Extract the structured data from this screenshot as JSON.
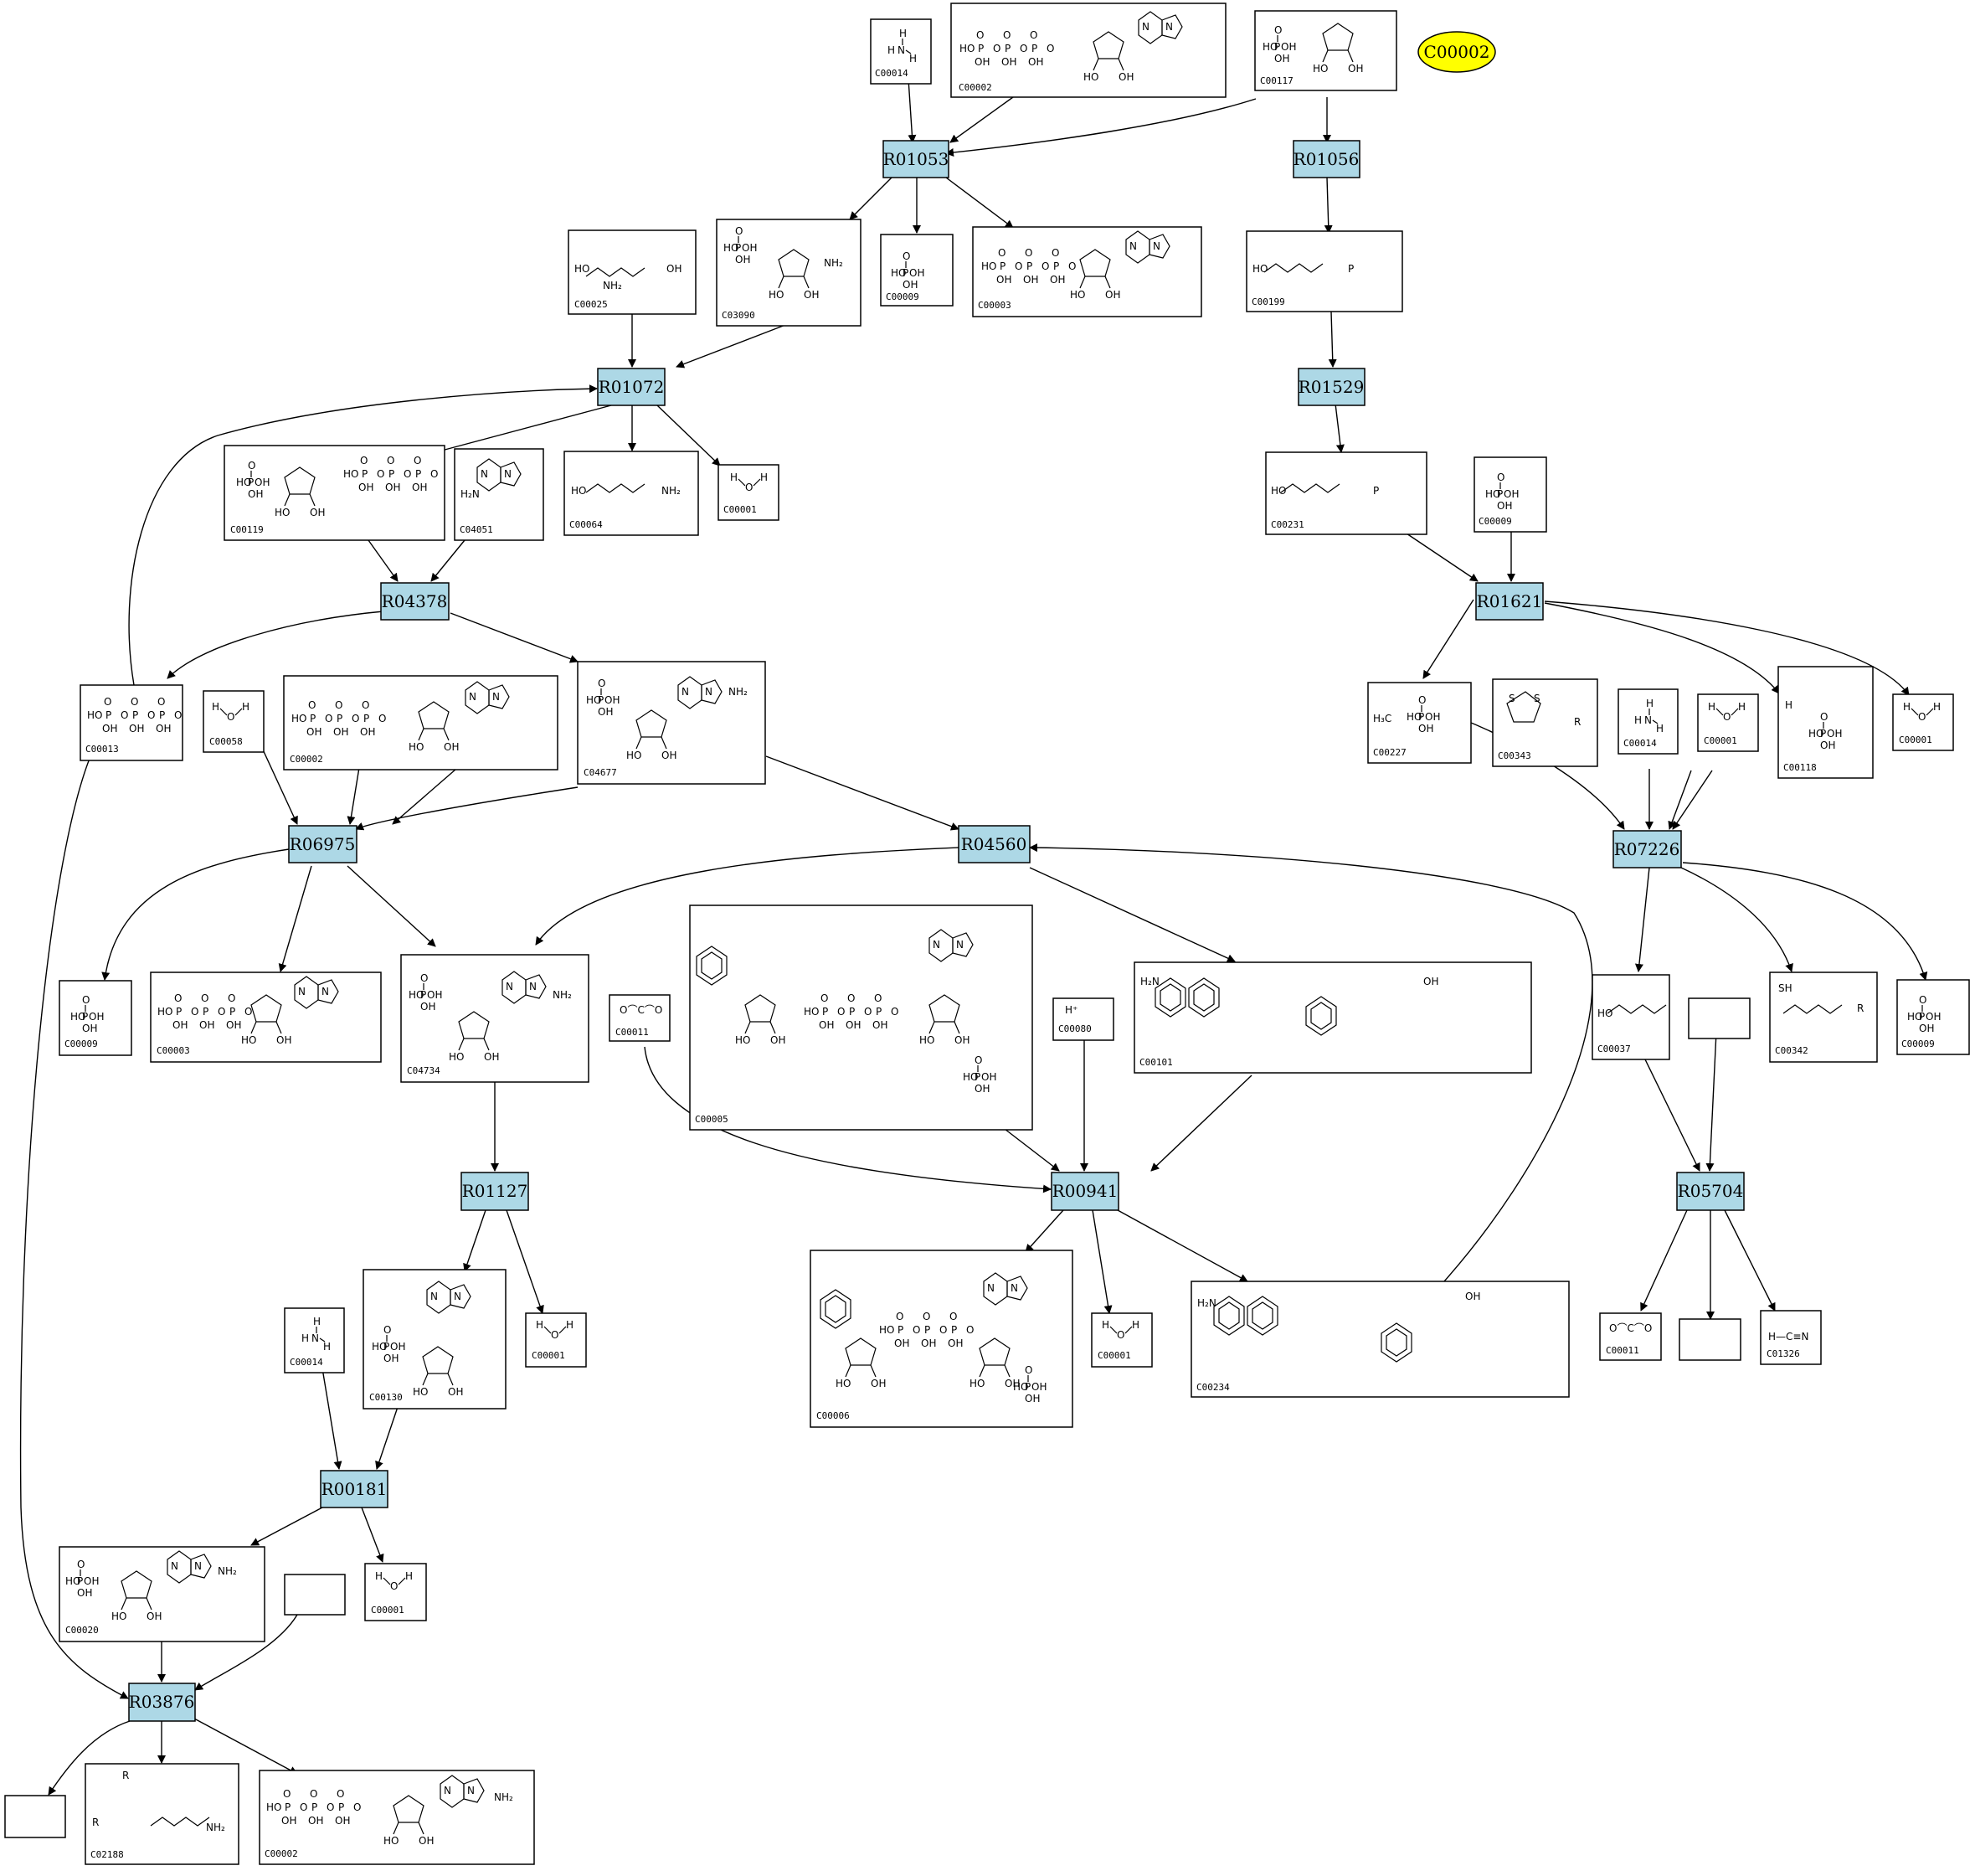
{
  "highlight": {
    "label": "C00002",
    "color": "#ffff00"
  },
  "colors": {
    "reaction_fill": "#add8e6",
    "highlight_fill": "#ffff00"
  },
  "reactions": {
    "R01053": "R01053",
    "R01056": "R01056",
    "R01072": "R01072",
    "R01529": "R01529",
    "R04378": "R04378",
    "R01621": "R01621",
    "R06975": "R06975",
    "R04560": "R04560",
    "R07226": "R07226",
    "R01127": "R01127",
    "R00941": "R00941",
    "R05704": "R05704",
    "R00181": "R00181",
    "R03876": "R03876"
  },
  "compounds": {
    "c00014a": "C00014",
    "c00002a": "C00002",
    "c00117": "C00117",
    "c00025": "C00025",
    "c03090": "C03090",
    "c00009a": "C00009",
    "c00003a": "C00003",
    "c00199": "C00199",
    "c00119": "C00119",
    "c04051": "C04051",
    "c00064": "C00064",
    "c00001a": "C00001",
    "c00231": "C00231",
    "c00009b": "C00009",
    "c00013": "C00013",
    "c00058": "C00058",
    "c00002b": "C00002",
    "c04677": "C04677",
    "c00227": "C00227",
    "c00343": "C00343",
    "c00014b": "C00014",
    "c00001b": "C00001",
    "c00118": "C00118",
    "c00001c": "C00001",
    "c00009c": "C00009",
    "c00003b": "C00003",
    "c04734": "C04734",
    "c00011a": "C00011",
    "c00005": "C00005",
    "c00080": "C00080",
    "c00101": "C00101",
    "c00037": "C00037",
    "c00342": "C00342",
    "c00009d": "C00009",
    "c00001d": "C00001",
    "c00014c": "C00014",
    "c00130": "C00130",
    "c00006": "C00006",
    "c00001e": "C00001",
    "c00234": "C00234",
    "c00011b": "C00011",
    "c01326": "C01326",
    "c00020": "C00020",
    "c00001f": "C00001",
    "c02188": "C02188",
    "c00002c": "C00002"
  }
}
